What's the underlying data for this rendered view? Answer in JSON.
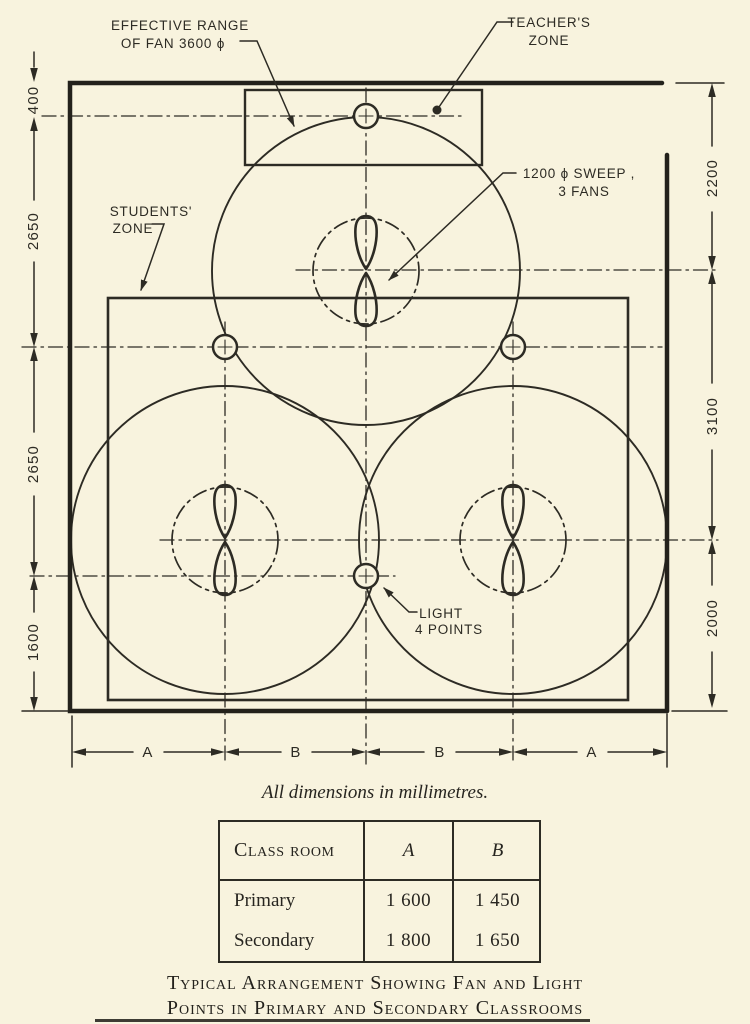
{
  "drawing": {
    "labels": {
      "effective_range_1": "EFFECTIVE RANGE",
      "effective_range_2": "OF FAN 3600 ϕ",
      "teachers_zone_1": "TEACHER'S",
      "teachers_zone_2": "ZONE",
      "sweep_1": "1200 ϕ SWEEP ,",
      "sweep_2": "3 FANS",
      "students_zone_1": "STUDENTS'",
      "students_zone_2": "ZONE",
      "light_1": "LIGHT",
      "light_2": "4 POINTS"
    },
    "dims": {
      "left": [
        "400",
        "2650",
        "2650",
        "1600"
      ],
      "right": [
        "2200",
        "3100",
        "2000"
      ],
      "bottom": [
        "A",
        "B",
        "B",
        "A"
      ]
    }
  },
  "note": "All dimensions in millimetres.",
  "table": {
    "header": [
      "Class room",
      "A",
      "B"
    ],
    "rows": [
      [
        "Primary",
        "1 600",
        "1 450"
      ],
      [
        "Secondary",
        "1 800",
        "1 650"
      ]
    ]
  },
  "caption": {
    "line1": "Typical Arrangement Showing Fan and Light",
    "line2": "Points in Primary and Secondary Classrooms"
  },
  "colors": {
    "paper": "#f8f3de",
    "ink": "#2d2b24"
  }
}
